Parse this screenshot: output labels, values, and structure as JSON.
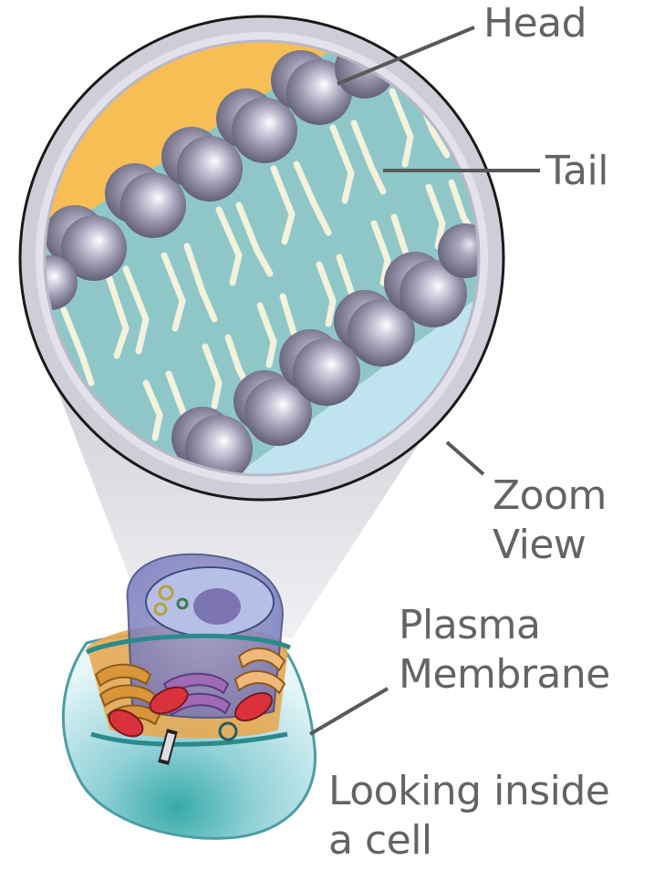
{
  "labels": {
    "head": "Head",
    "tail": "Tail",
    "zoom_view_line1": "Zoom",
    "zoom_view_line2": "View",
    "plasma_membrane_line1": "Plasma",
    "plasma_membrane_line2": "Membrane",
    "looking_inside_line1": "Looking inside",
    "looking_inside_line2": "a cell"
  },
  "colors": {
    "label_text": "#636466",
    "leader_line": "#58595b",
    "orange_region": "#f7be55",
    "teal_bilayer": "#8fc7c8",
    "light_blue_region": "#bfe3ef",
    "phospholipid_head": "#8e8aa3",
    "tail": "#f4f1dc",
    "lens_rim": "#c9c8d3",
    "cone": "#d6d6dc",
    "cell_body": "#bde5ec"
  }
}
